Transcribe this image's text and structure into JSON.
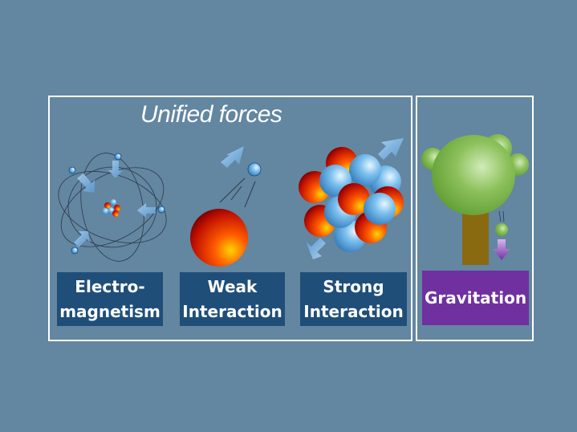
{
  "diagram": {
    "group_title": "Unified forces",
    "forces": [
      {
        "line1": "Electro-",
        "line2": "magnetism"
      },
      {
        "line1": "Weak",
        "line2": "Interaction"
      },
      {
        "line1": "Strong",
        "line2": "Interaction"
      }
    ],
    "separate_force": "Gravitation",
    "colors": {
      "background": "#6386a1",
      "label_blue": "#1f4e79",
      "label_purple": "#7030a0"
    }
  }
}
